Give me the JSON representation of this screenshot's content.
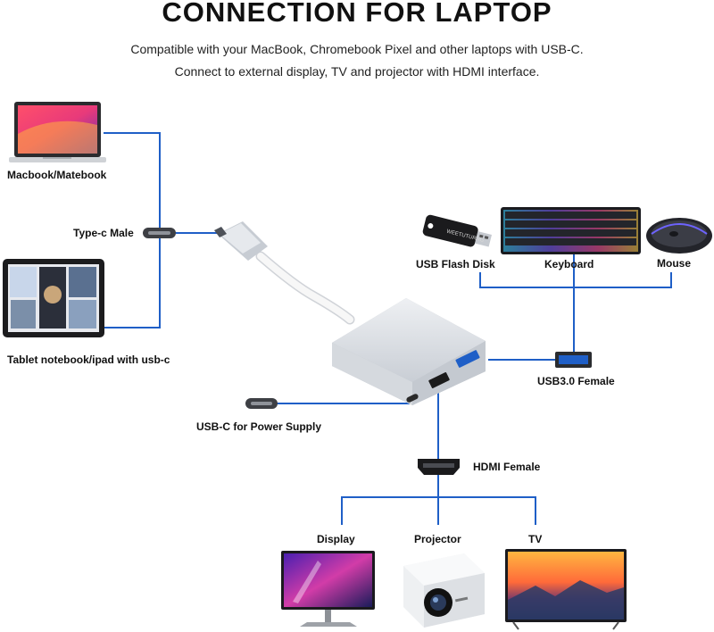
{
  "header": {
    "title": "CONNECTION FOR LAPTOP",
    "subtitle_line1": "Compatible with your MacBook, Chromebook Pixel and other laptops with USB-C.",
    "subtitle_line2": "Connect to external display, TV and projector with HDMI interface."
  },
  "labels": {
    "macbook": "Macbook/Matebook",
    "tablet": "Tablet notebook/ipad with usb-c",
    "typec_male": "Type-c Male",
    "usb_flash": "USB Flash Disk",
    "keyboard": "Keyboard",
    "mouse": "Mouse",
    "usb3": "USB3.0 Female",
    "power": "USB-C for Power Supply",
    "hdmi": "HDMI Female",
    "display": "Display",
    "projector": "Projector",
    "tv": "TV",
    "flash_brand": "WEETUTURNG"
  },
  "colors": {
    "line": "#1f5fc7",
    "aluminum": "#d9dde2",
    "cable": "#f2f2f2",
    "text": "#111111"
  },
  "icons": {
    "laptop": "laptop-icon",
    "tablet": "tablet-icon",
    "adapter": "usb-c-hub-icon",
    "flash": "usb-flash-drive-icon",
    "keyboard": "keyboard-icon",
    "mouse": "mouse-icon",
    "monitor": "monitor-icon",
    "projector": "projector-icon",
    "tv": "tv-icon"
  }
}
